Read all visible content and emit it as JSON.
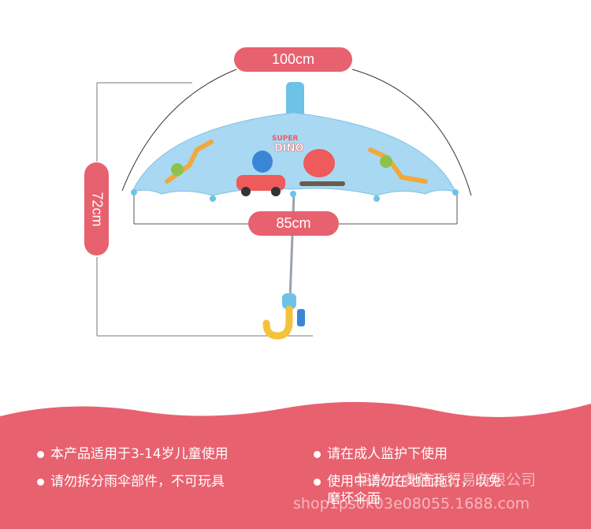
{
  "dimensions": {
    "top_width": "100cm",
    "span_width": "85cm",
    "height": "72cm"
  },
  "umbrella": {
    "canopy_text_line1": "SUPER",
    "canopy_text_line2": "DINO"
  },
  "features": [
    "本产品适用于3-14岁儿童使用",
    "请在成人监护下使用",
    "请勿拆分雨伞部件，不可玩具",
    "使用中请勿在地面拖行，以免",
    "磨坏伞面"
  ],
  "watermark": {
    "company": "绍兴上虞萨云贸易有限公司",
    "url": "shop1ps0k03e08055.1688.com"
  },
  "colors": {
    "accent": "#e8616f",
    "canopy": "#a9d8f2",
    "tip": "#6cc3e6",
    "handle": "#f4c23b"
  }
}
